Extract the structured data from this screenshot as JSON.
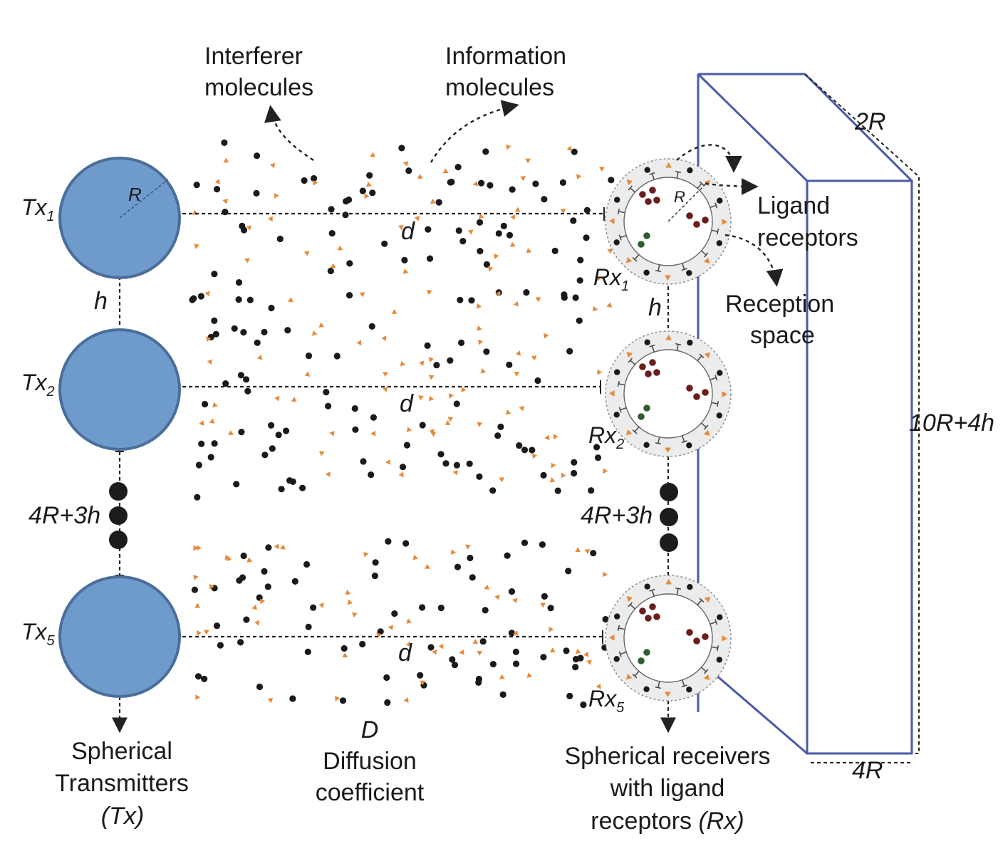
{
  "annotations": {
    "interferer_line1": "Interferer",
    "interferer_line2": "molecules",
    "information_line1": "Information",
    "information_line2": "molecules",
    "ligand_line1": "Ligand",
    "ligand_line2": "receptors",
    "reception_line1": "Reception",
    "reception_line2": "space"
  },
  "dimensions": {
    "radius": "R",
    "distance": "d",
    "spacing": "h",
    "gap": "4R+3h",
    "box_depth": "2R",
    "box_height": "10R+4h",
    "box_width": "4R"
  },
  "transmitters": [
    {
      "base": "Tx",
      "index": "1"
    },
    {
      "base": "Tx",
      "index": "2"
    },
    {
      "base": "Tx",
      "index": "5"
    }
  ],
  "receivers": [
    {
      "base": "Rx",
      "index": "1"
    },
    {
      "base": "Rx",
      "index": "2"
    },
    {
      "base": "Rx",
      "index": "5"
    }
  ],
  "captions": {
    "tx_line1": "Spherical",
    "tx_line2": "Transmitters",
    "tx_line3": "(Tx)",
    "diffusion_symbol": "D",
    "diffusion_line1": "Diffusion",
    "diffusion_line2": "coefficient",
    "rx_line1": "Spherical receivers",
    "rx_line2": "with ligand",
    "rx_line3_a": "receptors ",
    "rx_line3_b": "(Rx)"
  },
  "colors": {
    "transmitter_fill": "#6e9bcb",
    "transmitter_stroke": "#4a6e9a",
    "information_molecule": "#1a1a1a",
    "interferer_molecule": "#e58a3a",
    "bound_molecule": "#6b1d1d",
    "green_molecule": "#2f5e2f",
    "box_stroke": "#4a5aa8",
    "reception_space": "#ececec"
  }
}
